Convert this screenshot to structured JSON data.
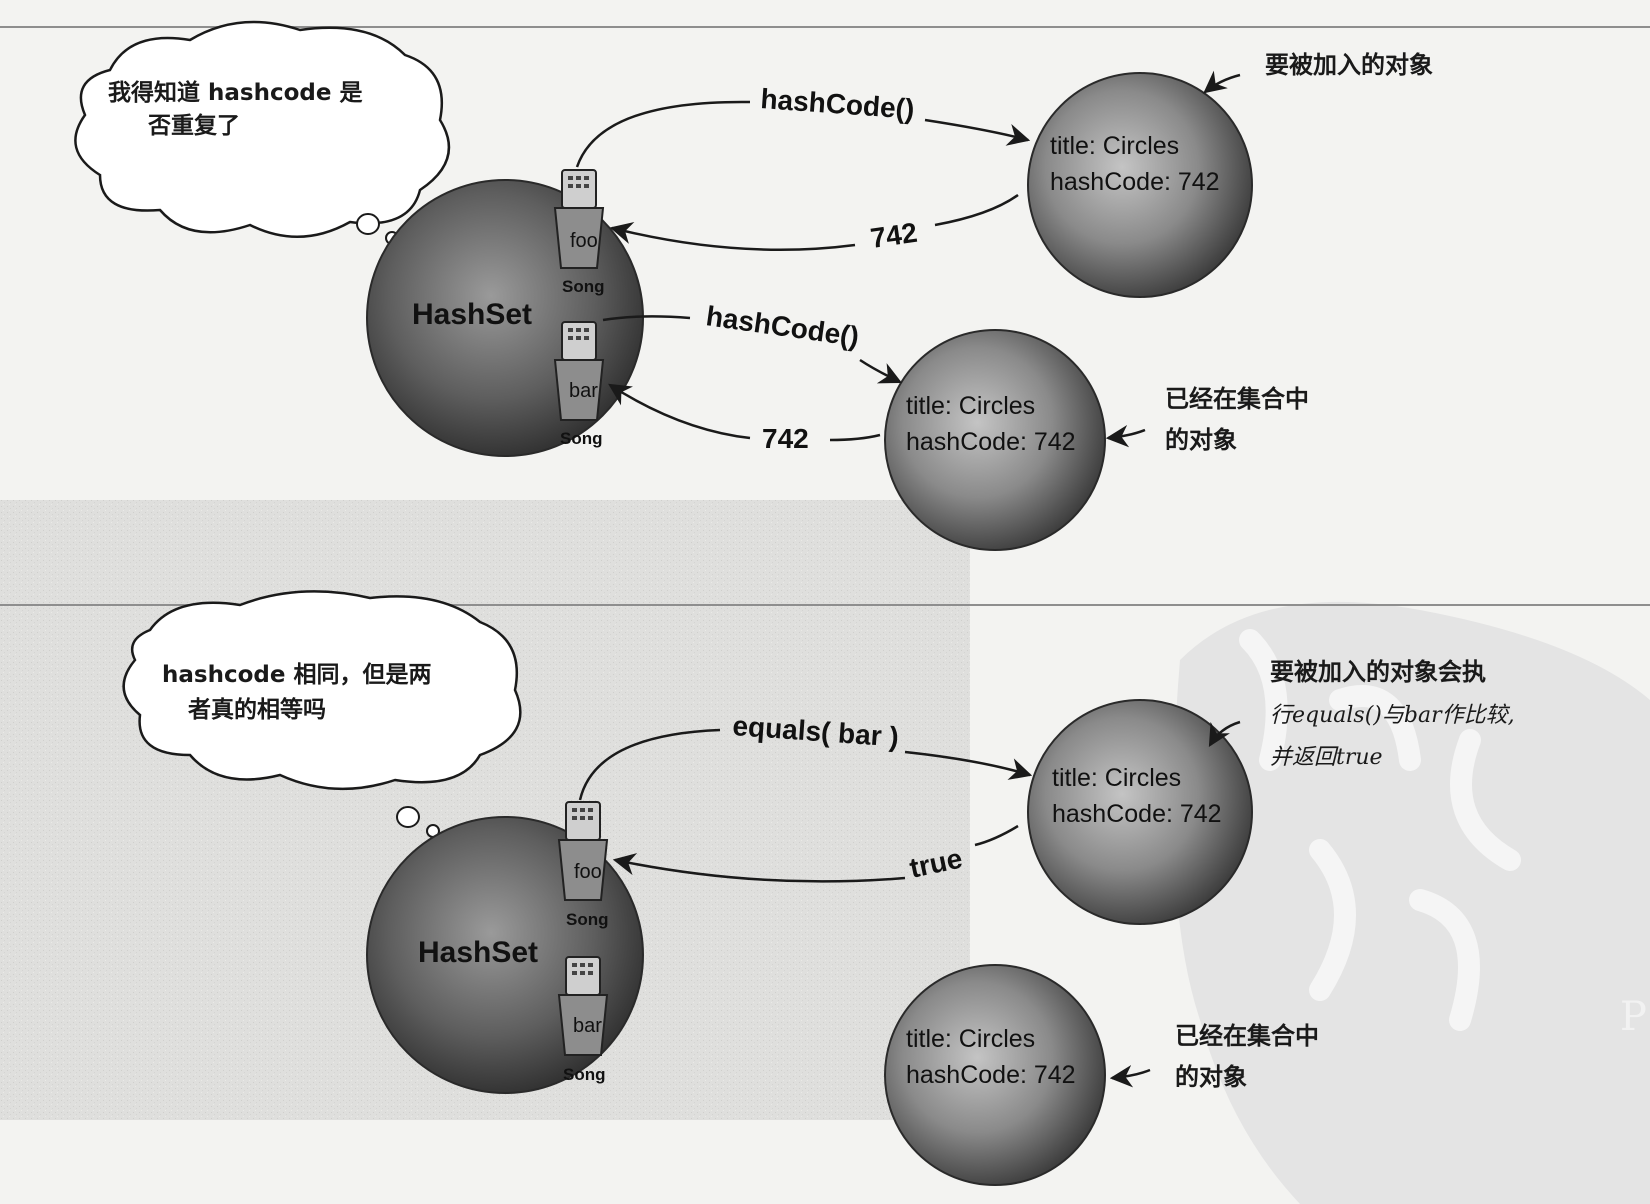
{
  "panel_top": {
    "thought": [
      "我得知道 hashcode 是",
      "否重复了"
    ],
    "hashset_label": "HashSet",
    "cup_foo": "foo",
    "cup_bar": "bar",
    "song_label": "Song",
    "call_new": "hashCode()",
    "return_new": "742",
    "call_existing": "hashCode()",
    "return_existing": "742",
    "new_object": [
      "title: Circles",
      "hashCode: 742"
    ],
    "existing_object": [
      "title: Circles",
      "hashCode: 742"
    ],
    "note_new": "要被加入的对象",
    "note_existing": [
      "已经在集合中",
      "的对象"
    ]
  },
  "panel_bottom": {
    "thought": [
      "hashcode 相同，但是两",
      "者真的相等吗"
    ],
    "hashset_label": "HashSet",
    "cup_foo": "foo",
    "cup_bar": "bar",
    "song_label": "Song",
    "call": "equals( bar )",
    "return": "true",
    "new_object": [
      "title: Circles",
      "hashCode: 742"
    ],
    "existing_object": [
      "title: Circles",
      "hashCode: 742"
    ],
    "note_new": [
      "要被加入的对象会执",
      "行equals()与bar作比较,",
      "并返回true"
    ],
    "note_existing": [
      "已经在集合中",
      "的对象"
    ]
  },
  "colors": {
    "ink": "#1a1a1a",
    "sphere_dark": "#3c3c3c",
    "sphere_light": "#b9b9b9",
    "watermark": "#e6e6e6"
  }
}
